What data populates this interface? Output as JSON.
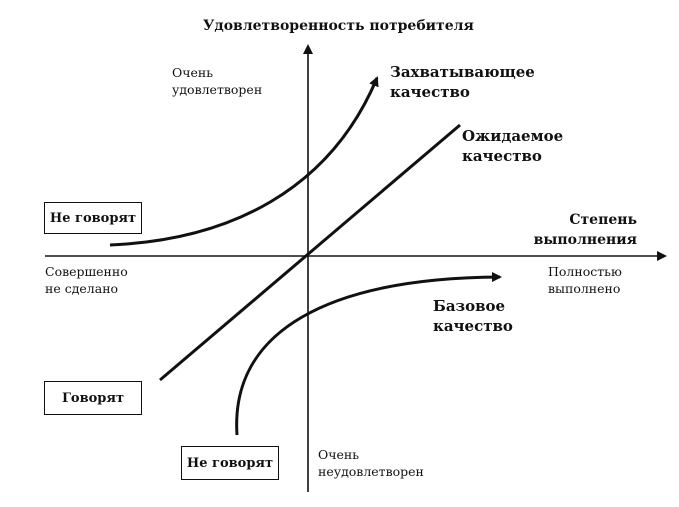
{
  "axis": {
    "y_title": "Удовлетворенность потребителя",
    "y_top": [
      "Очень",
      "удовлетворен"
    ],
    "y_bottom": [
      "Очень",
      "неудовлетворен"
    ],
    "x_title": [
      "Степень",
      "выполнения"
    ],
    "x_left": [
      "Совершенно",
      "не сделано"
    ],
    "x_right": [
      "Полностью",
      "выполнено"
    ]
  },
  "curves": {
    "exciting": [
      "Захватывающее",
      "качество"
    ],
    "expected": [
      "Ожидаемое",
      "качество"
    ],
    "basic": [
      "Базовое",
      "качество"
    ]
  },
  "boxes": {
    "exciting": "Не говорят",
    "expected": "Говорят",
    "basic": "Не говорят"
  }
}
